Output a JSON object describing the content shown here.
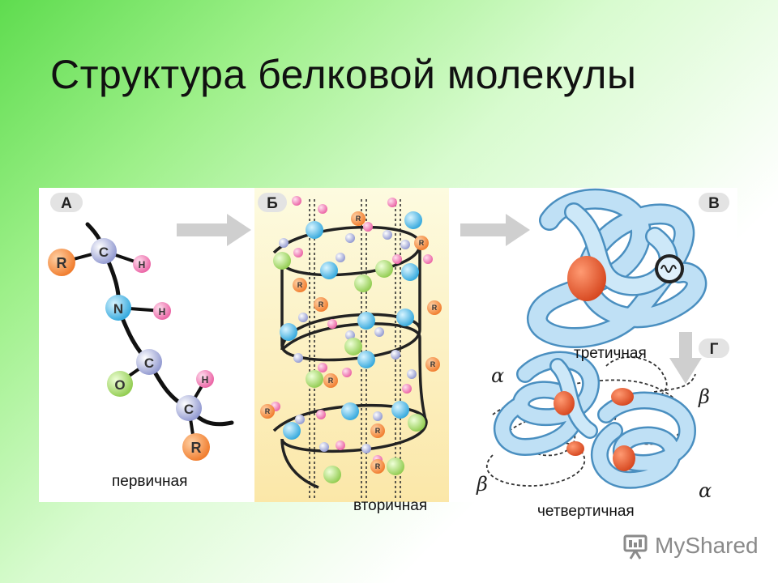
{
  "slide": {
    "title": "Структура белковой молекулы"
  },
  "panels": {
    "a": {
      "letter": "А",
      "caption": "первичная"
    },
    "b": {
      "letter": "Б",
      "caption": "вторичная"
    },
    "v": {
      "letter": "В",
      "caption": "третичная"
    },
    "g": {
      "letter": "Г",
      "caption": "четвертичная"
    }
  },
  "atoms": {
    "r": "R",
    "c": "C",
    "n": "N",
    "h": "H",
    "o": "O"
  },
  "greek": {
    "alpha": "α",
    "beta": "β"
  },
  "colors": {
    "r_atom": "#f5893a",
    "c_atom": "#9aa2d8",
    "n_atom": "#4fb9e6",
    "h_atom": "#f07ab4",
    "o_atom": "#a6d86a",
    "helix_tube": "#b9dcf3",
    "heme": "#e8653a",
    "arrow": "#c8c8c8"
  },
  "logo": {
    "text": "MyShared",
    "icon": "presentation-board-icon"
  }
}
